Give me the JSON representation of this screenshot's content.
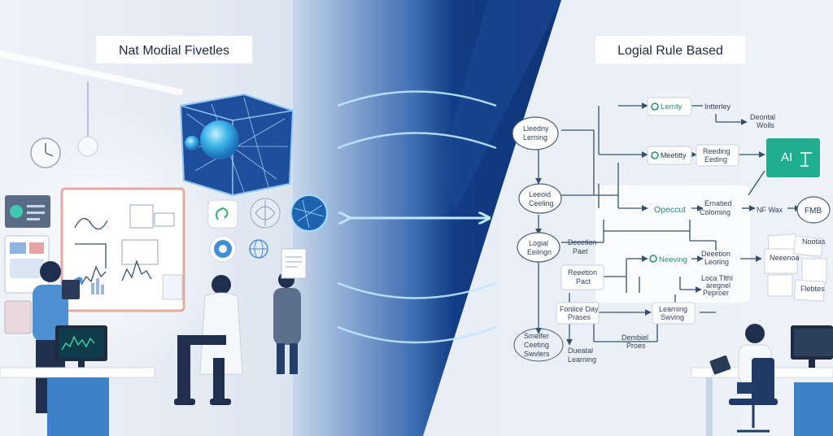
{
  "left_panel": {
    "title": "Nat Modial Fivetles"
  },
  "right_panel": {
    "title": "Logial Rule Based",
    "nodes": {
      "lerrity": "Lerrity",
      "intterley": "Intterley",
      "deontal_wolls": [
        "Deontal",
        "Wolls"
      ],
      "leedny_lerning": [
        "Lleedny",
        "Lerning"
      ],
      "meetitty": "Meetitty",
      "reeding_eeding": [
        "Reeding",
        "Eeding"
      ],
      "ai_card": "AI",
      "leeoid_ceeling": [
        "Leeoid",
        "Ceeling"
      ],
      "opeccut": "Opeccut",
      "ernatied_coloming": [
        "Ernatied",
        "Coloming"
      ],
      "nf_wax": "NF Wax",
      "fmb": "FMB",
      "logial_eeilngn": [
        "Logial",
        "Eeilngn"
      ],
      "decetlon_paet": [
        "Decetlon",
        "Paet"
      ],
      "neeving": "Neeving",
      "deeetion_leoring": [
        "Deeetion",
        "Leoring"
      ],
      "nootas": "Nootas",
      "neeenoa": "Neeenoa",
      "reeetion_pact": [
        "Reeetion",
        "Pact"
      ],
      "locatid_reegnel": [
        "Loca Tlthl",
        "aregnel",
        "Peproer"
      ],
      "flebtes": "Flebtes",
      "foniice_day_prases": [
        "Foniice Day",
        "Prases"
      ],
      "learning_swving": [
        "Learning",
        "Swving"
      ],
      "smelfer_ceeting": [
        "Smelfer",
        "Ceeting",
        "Swvlers"
      ],
      "dembiel_proes": [
        "Dembiel",
        "Proes"
      ],
      "dueatal_learning": [
        "Dueatal",
        "Learning"
      ]
    }
  },
  "colors": {
    "accent_blue": "#1f4e9c",
    "teal_accent": "#1fae8f",
    "wire": "#35506f"
  },
  "icons": [
    "cube-network-icon",
    "gear-icon",
    "globe-icon",
    "document-icon",
    "clock-icon",
    "monitor-icon",
    "chart-icon"
  ]
}
